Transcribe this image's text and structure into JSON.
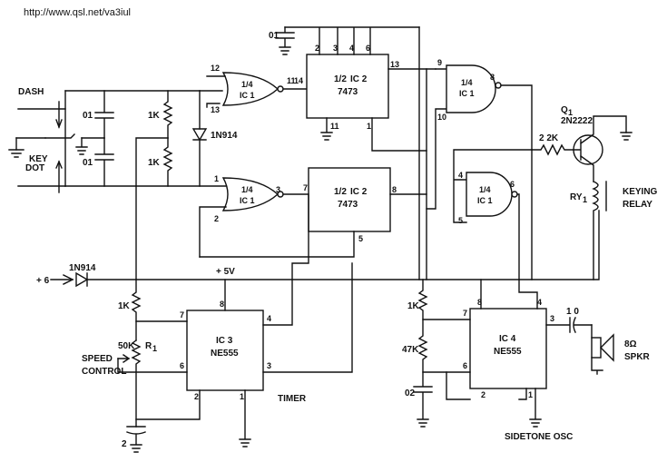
{
  "url": "http://www.qsl.net/va3iul",
  "inputs": {
    "dash": "DASH",
    "dot": "DOT",
    "key": "KEY"
  },
  "caps": {
    "c_top": "01",
    "c_dash": "01",
    "c_dot": "01",
    "c_timer": "2",
    "c_osc": "02",
    "c_out": "1 0"
  },
  "resistors": {
    "r_dash": "1K",
    "r_dot": "1K",
    "r_timer": "1K",
    "r_osc1": "1K",
    "r_osc2": "47K",
    "r_base": "2 2K"
  },
  "pot": {
    "value": "50K",
    "name": "R",
    "sub": "1",
    "label1": "SPEED",
    "label2": "CONTROL"
  },
  "diodes": {
    "d1": "1N914",
    "d2": "1N914"
  },
  "supply": {
    "input": "+ 6",
    "rail": "+ 5V"
  },
  "gates": {
    "frac": "1/4",
    "name": "IC 1"
  },
  "flipflops": {
    "frac": "1/2",
    "name": "IC 2",
    "part": "7473"
  },
  "ic3": {
    "name": "IC 3",
    "part": "NE555",
    "label": "TIMER"
  },
  "ic4": {
    "name": "IC 4",
    "part": "NE555",
    "label": "SIDETONE OSC"
  },
  "transistor": {
    "name": "Q",
    "sub": "1",
    "part": "2N2222"
  },
  "relay": {
    "name": "RY",
    "sub": "1",
    "label1": "KEYING",
    "label2": "RELAY"
  },
  "speaker": {
    "label1": "8Ω",
    "label2": "SPKR"
  },
  "pins": {
    "g1_in_a": "12",
    "g1_in_b": "13",
    "g1_out": "11",
    "g2_in_a": "1",
    "g2_in_b": "2",
    "g2_out": "3",
    "ff1_in": "14",
    "ff1_p2": "2",
    "ff1_p3": "3",
    "ff1_p4": "4",
    "ff1_p6": "6",
    "ff1_p13": "13",
    "ff1_p11": "11",
    "ff1_p1": "1",
    "ff2_in": "7",
    "ff2_out": "8",
    "ff2_p5": "5",
    "g3_in_a": "9",
    "g3_in_b": "10",
    "g3_out": "8",
    "g4_in_a": "4",
    "g4_in_b": "5",
    "g4_out": "6",
    "ic3_p8": "8",
    "ic3_p7": "7",
    "ic3_p6": "6",
    "ic3_p4": "4",
    "ic3_p3": "3",
    "ic3_p2": "2",
    "ic3_p1": "1",
    "ic4_p8": "8",
    "ic4_p4": "4",
    "ic4_p7": "7",
    "ic4_p6": "6",
    "ic4_p3": "3",
    "ic4_p2": "2",
    "ic4_p1": "1"
  }
}
